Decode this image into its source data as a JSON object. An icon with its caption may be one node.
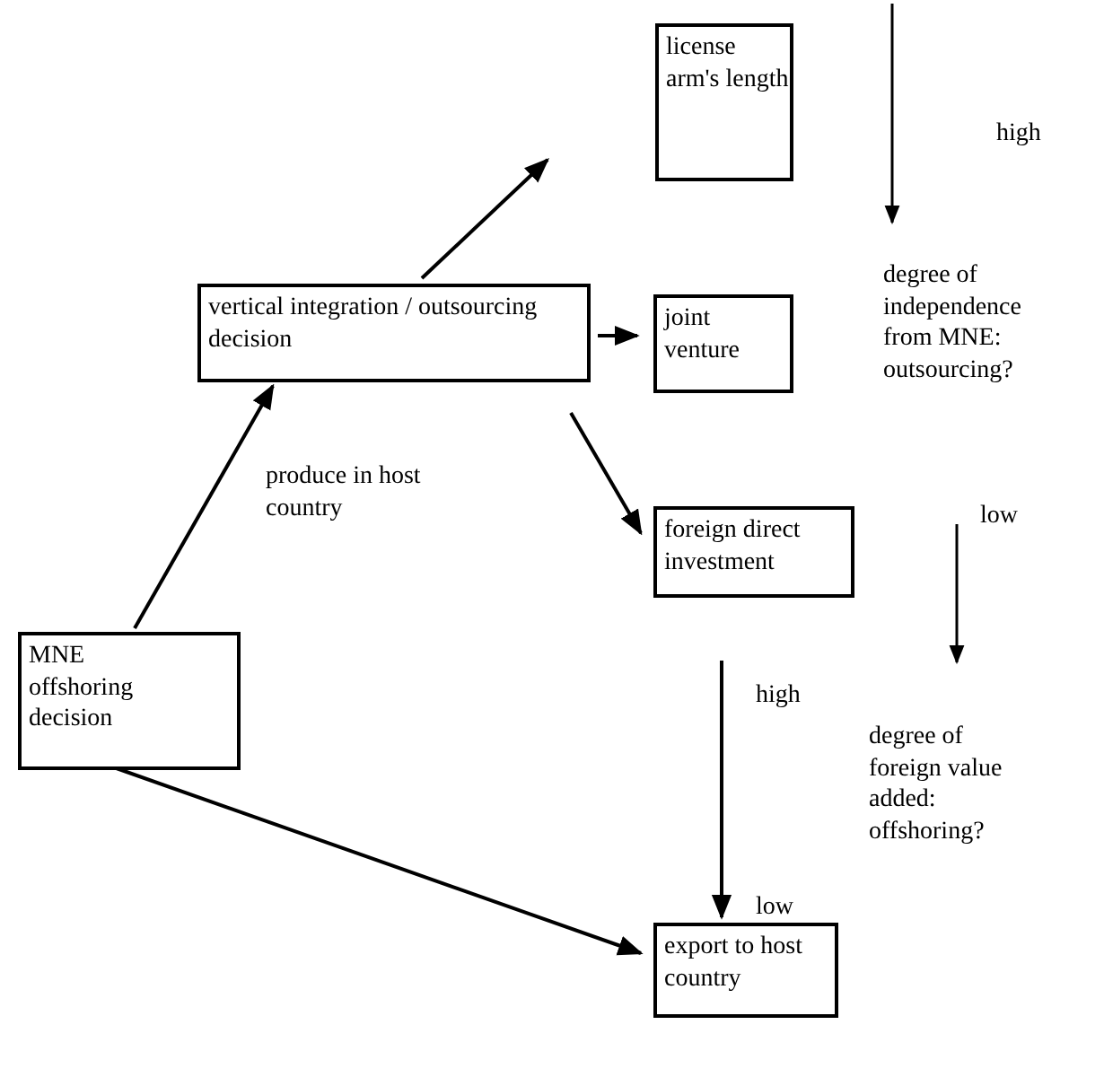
{
  "diagram": {
    "nodes": [
      {
        "text": [
          "MNE offshoring decision"
        ]
      },
      {
        "text": [
          "vertical integration / outsourcing decision"
        ]
      },
      {
        "text": [
          "license arm's length"
        ]
      },
      {
        "text": [
          "joint venture"
        ]
      },
      {
        "text": [
          "foreign direct investment"
        ]
      },
      {
        "text": [
          "export to host country"
        ]
      }
    ],
    "edges": [
      {
        "from": 0,
        "to": 1,
        "arrow": "to",
        "label": "produce in host country"
      },
      {
        "from": 1,
        "to": 2,
        "arrow": "to"
      },
      {
        "from": 1,
        "to": 3,
        "arrow": "to"
      },
      {
        "from": 1,
        "to": 4,
        "arrow": "to"
      },
      {
        "from": 0,
        "to": 5,
        "arrow": "to"
      },
      {
        "from": 4,
        "to": 5,
        "arrow": "to"
      }
    ],
    "labels": [
      "high",
      "degree of independence from MNE: outsourcing?",
      "low",
      "high",
      "degree of foreign value added: offshoring?",
      "low"
    ]
  }
}
